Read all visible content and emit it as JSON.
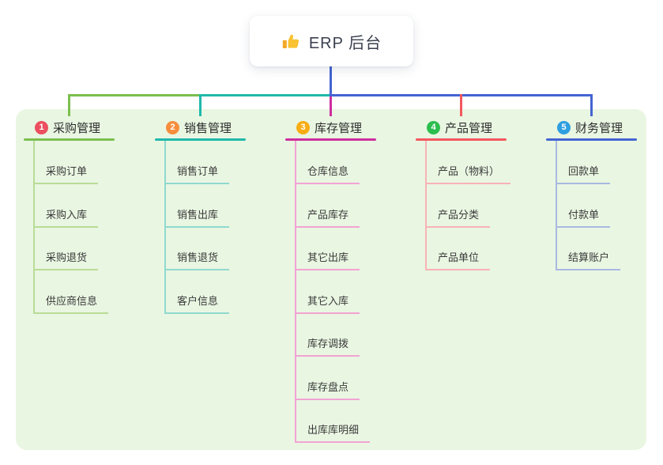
{
  "root": {
    "title": "ERP 后台",
    "icon": "thumbs-up"
  },
  "panel": {
    "background": "#e9f6e2"
  },
  "connector": {
    "trunk_color": "#4464d2",
    "bus_y": "119"
  },
  "branches": [
    {
      "index": "1",
      "title": "采购管理",
      "badge_color": "#ec4f5f",
      "line_color": "#7cbf4e",
      "child_line_color": "#b9dc96",
      "children": [
        "采购订单",
        "采购入库",
        "采购退货",
        "供应商信息"
      ]
    },
    {
      "index": "2",
      "title": "销售管理",
      "badge_color": "#f78d3d",
      "line_color": "#1fb9ab",
      "child_line_color": "#90d9cf",
      "children": [
        "销售订单",
        "销售出库",
        "销售退货",
        "客户信息"
      ]
    },
    {
      "index": "3",
      "title": "库存管理",
      "badge_color": "#f7ad14",
      "line_color": "#ce2e9e",
      "child_line_color": "#f2a3d3",
      "children": [
        "仓库信息",
        "产品库存",
        "其它出库",
        "其它入库",
        "库存调拨",
        "库存盘点",
        "出库库明细"
      ]
    },
    {
      "index": "4",
      "title": "产品管理",
      "badge_color": "#2cbe4e",
      "line_color": "#f4575e",
      "child_line_color": "#f8b2b6",
      "children": [
        "产品（物料）",
        "产品分类",
        "产品单位"
      ]
    },
    {
      "index": "5",
      "title": "财务管理",
      "badge_color": "#2f9fe0",
      "line_color": "#4464d2",
      "child_line_color": "#a9b9e0",
      "children": [
        "回款单",
        "付款单",
        "结算账户"
      ]
    }
  ]
}
